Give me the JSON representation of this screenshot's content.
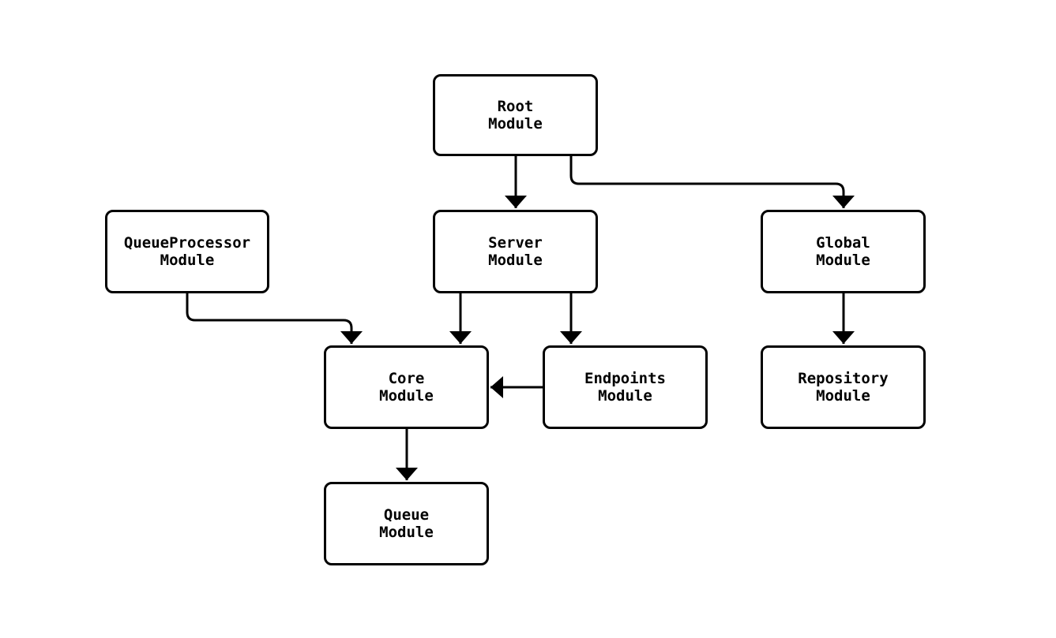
{
  "diagram": {
    "type": "module-dependency-graph",
    "background_color": "#ffffff",
    "stroke_color": "#000000",
    "text_color": "#000000",
    "nodes": [
      {
        "id": "root",
        "label": "Root\nModule"
      },
      {
        "id": "queueprocessor",
        "label": "QueueProcessor\nModule"
      },
      {
        "id": "server",
        "label": "Server\nModule"
      },
      {
        "id": "global",
        "label": "Global\nModule"
      },
      {
        "id": "core",
        "label": "Core\nModule"
      },
      {
        "id": "endpoints",
        "label": "Endpoints\nModule"
      },
      {
        "id": "repository",
        "label": "Repository\nModule"
      },
      {
        "id": "queue",
        "label": "Queue\nModule"
      }
    ],
    "edges": [
      {
        "from": "root",
        "to": "server"
      },
      {
        "from": "root",
        "to": "global"
      },
      {
        "from": "queueprocessor",
        "to": "core"
      },
      {
        "from": "server",
        "to": "core"
      },
      {
        "from": "server",
        "to": "endpoints"
      },
      {
        "from": "endpoints",
        "to": "core"
      },
      {
        "from": "global",
        "to": "repository"
      },
      {
        "from": "core",
        "to": "queue"
      }
    ]
  }
}
